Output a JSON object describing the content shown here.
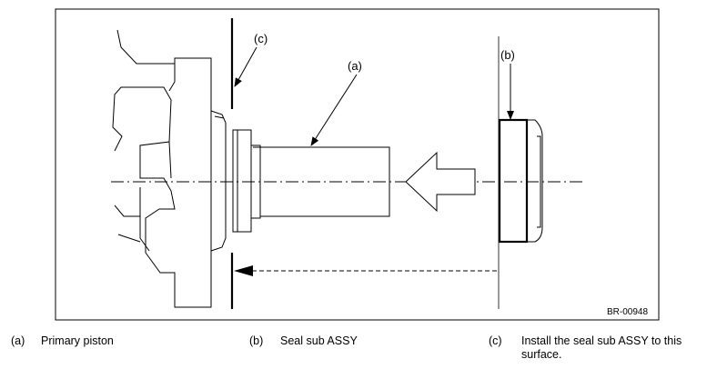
{
  "figure": {
    "callouts": {
      "a": "(a)",
      "b": "(b)",
      "c": "(c)"
    },
    "figure_id": "BR-00948"
  },
  "legend": [
    {
      "key": "(a)",
      "text": "Primary piston"
    },
    {
      "key": "(b)",
      "text": "Seal sub ASSY"
    },
    {
      "key": "(c)",
      "text": "Install the seal sub ASSY to this surface."
    }
  ]
}
